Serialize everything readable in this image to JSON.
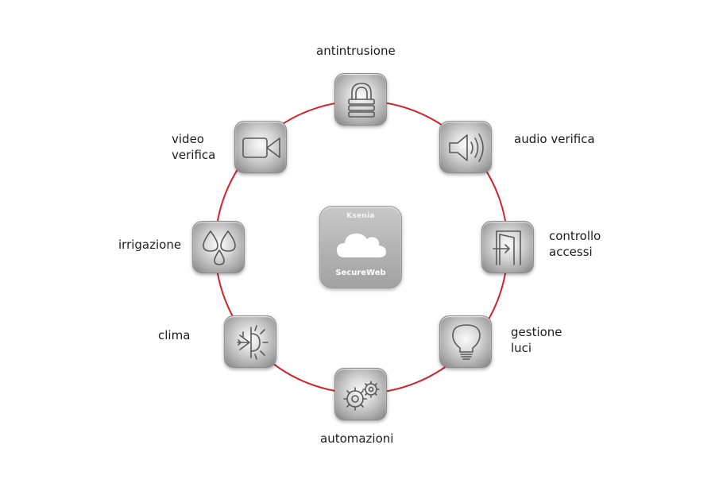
{
  "center": {
    "brand": "Ksenia",
    "product": "SecureWeb",
    "icon": "cloud-icon"
  },
  "services": [
    {
      "id": "antintrusione",
      "lines": [
        "antintrusione"
      ],
      "icon": "padlock-icon"
    },
    {
      "id": "audio-verifica",
      "lines": [
        "audio verifica"
      ],
      "icon": "speaker-icon"
    },
    {
      "id": "controllo-accessi",
      "lines": [
        "controllo",
        "accessi"
      ],
      "icon": "door-icon"
    },
    {
      "id": "gestione-luci",
      "lines": [
        "gestione",
        "luci"
      ],
      "icon": "lightbulb-icon"
    },
    {
      "id": "automazioni",
      "lines": [
        "automazioni"
      ],
      "icon": "gears-icon"
    },
    {
      "id": "clima",
      "lines": [
        "clima"
      ],
      "icon": "snowflake-sun-icon"
    },
    {
      "id": "irrigazione",
      "lines": [
        "irrigazione"
      ],
      "icon": "water-drops-icon"
    },
    {
      "id": "video-verifica",
      "lines": [
        "video",
        "verifica"
      ],
      "icon": "video-camera-icon"
    }
  ],
  "colors": {
    "ring": "#d0232a",
    "tile": "#b5b5b5",
    "label": "#1d1d1d"
  }
}
